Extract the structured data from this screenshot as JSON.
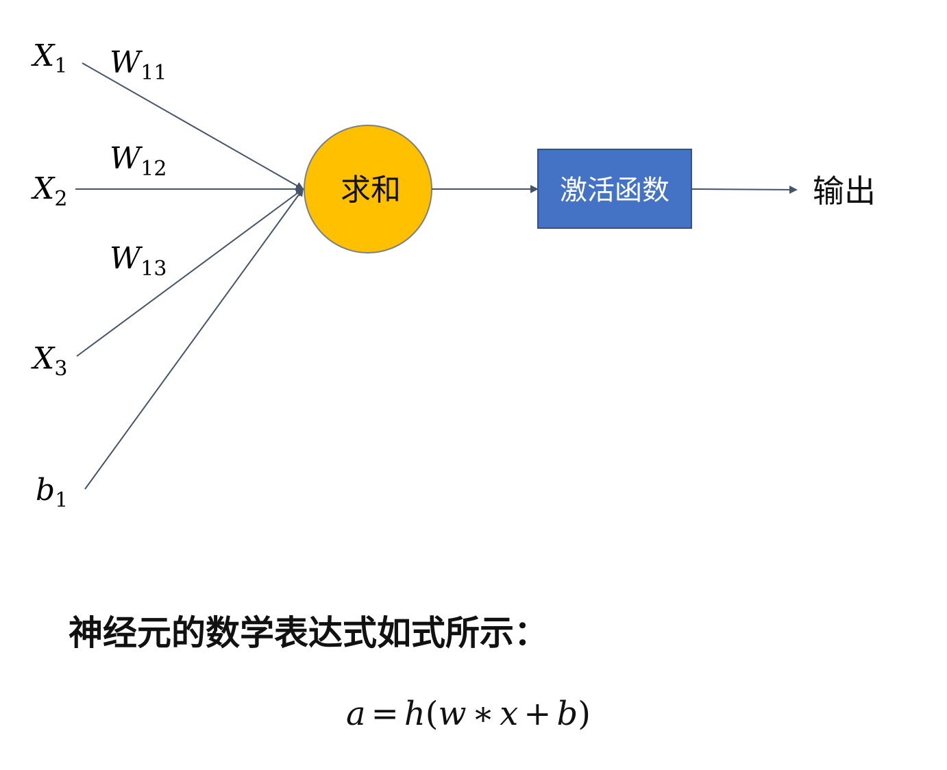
{
  "inputs": [
    {
      "var": "X",
      "sub": "1"
    },
    {
      "var": "X",
      "sub": "2"
    },
    {
      "var": "X",
      "sub": "3"
    },
    {
      "var": "b",
      "sub": "1"
    }
  ],
  "weights": [
    {
      "var": "W",
      "sub": "11"
    },
    {
      "var": "W",
      "sub": "12"
    },
    {
      "var": "W",
      "sub": "13"
    }
  ],
  "sum_node_label": "求和",
  "activation_label": "激活函数",
  "output_label": "输出",
  "caption": "神经元的数学表达式如式所示：",
  "formula": {
    "lhs": "a",
    "eq": "=",
    "func": "h",
    "open": "(",
    "w": "w",
    "mul": "∗",
    "x": "x",
    "plus": "+",
    "b": "b",
    "close": ")"
  },
  "colors": {
    "sum_node_fill": "#FFC000",
    "sum_node_stroke": "#7F7F7F",
    "activation_fill": "#4472C4",
    "activation_stroke": "#2F528F",
    "edge": "#44546A",
    "activation_text": "#FFFFFF"
  }
}
